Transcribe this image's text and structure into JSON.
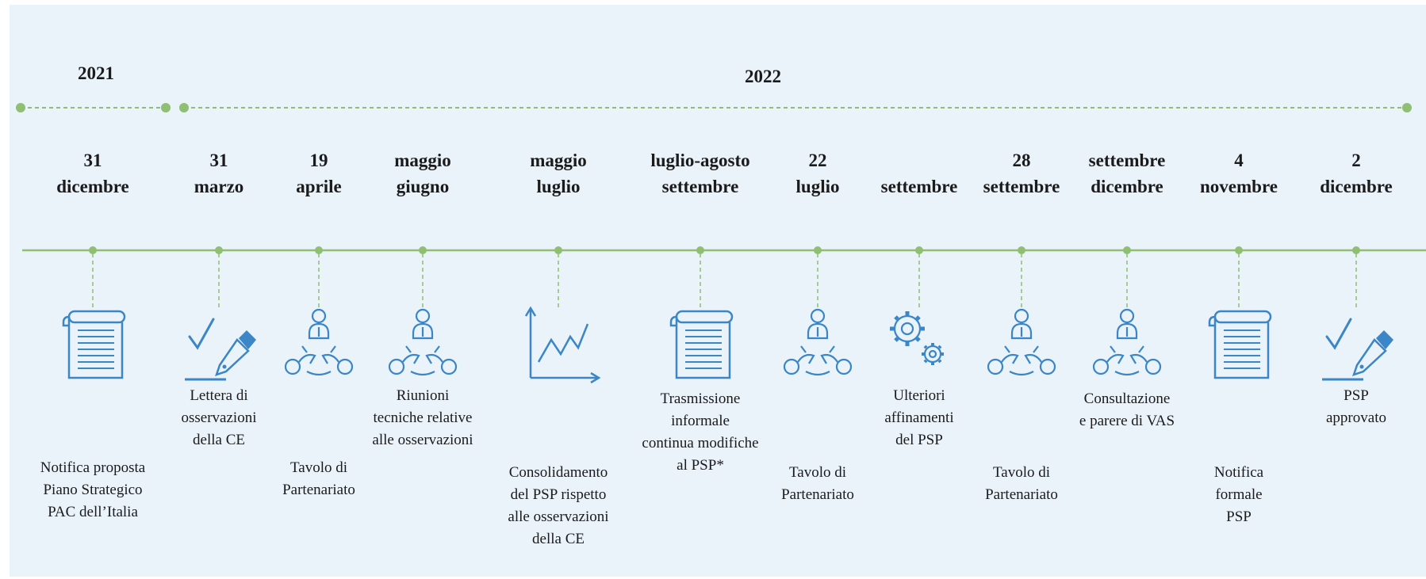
{
  "colors": {
    "background": "#eaf2fa",
    "timeline_green": "#8fbf73",
    "icon_blue": "#3a86c6"
  },
  "years": [
    {
      "label": "2021"
    },
    {
      "label": "2022"
    }
  ],
  "events": [
    {
      "date": [
        "31",
        "dicembre"
      ],
      "desc": [
        "Notifica proposta",
        "Piano Strategico",
        "PAC dell’Italia"
      ],
      "icon": "document-icon"
    },
    {
      "date": [
        "31",
        "marzo"
      ],
      "desc": [
        "Lettera di",
        "osservazioni",
        "della CE"
      ],
      "icon": "signature-icon"
    },
    {
      "date": [
        "19",
        "aprile"
      ],
      "desc": [
        "Tavolo di",
        "Partenariato"
      ],
      "icon": "meeting-icon"
    },
    {
      "date": [
        "maggio",
        "giugno"
      ],
      "desc": [
        "Riunioni",
        "tecniche relative",
        "alle osservazioni"
      ],
      "icon": "meeting-icon"
    },
    {
      "date": [
        "maggio",
        "luglio"
      ],
      "desc": [
        "Consolidamento",
        "del PSP rispetto",
        "alle osservazioni",
        "della CE"
      ],
      "icon": "chart-icon"
    },
    {
      "date": [
        "luglio-agosto",
        "settembre"
      ],
      "desc": [
        "Trasmissione",
        "informale",
        "continua modifiche",
        "al PSP*"
      ],
      "icon": "document-icon"
    },
    {
      "date": [
        "22",
        "luglio"
      ],
      "desc": [
        "Tavolo di",
        "Partenariato"
      ],
      "icon": "meeting-icon"
    },
    {
      "date": [
        "settembre"
      ],
      "desc": [
        "Ulteriori",
        "affinamenti",
        "del PSP"
      ],
      "icon": "gears-icon"
    },
    {
      "date": [
        "28",
        "settembre"
      ],
      "desc": [
        "Tavolo di",
        "Partenariato"
      ],
      "icon": "meeting-icon"
    },
    {
      "date": [
        "settembre",
        "dicembre"
      ],
      "desc": [
        "Consultazione",
        "e parere di VAS"
      ],
      "icon": "meeting-icon"
    },
    {
      "date": [
        "4",
        "novembre"
      ],
      "desc": [
        "Notifica",
        "formale",
        "PSP"
      ],
      "icon": "document-icon"
    },
    {
      "date": [
        "2",
        "dicembre"
      ],
      "desc": [
        "PSP",
        "approvato"
      ],
      "icon": "signature-icon"
    }
  ]
}
